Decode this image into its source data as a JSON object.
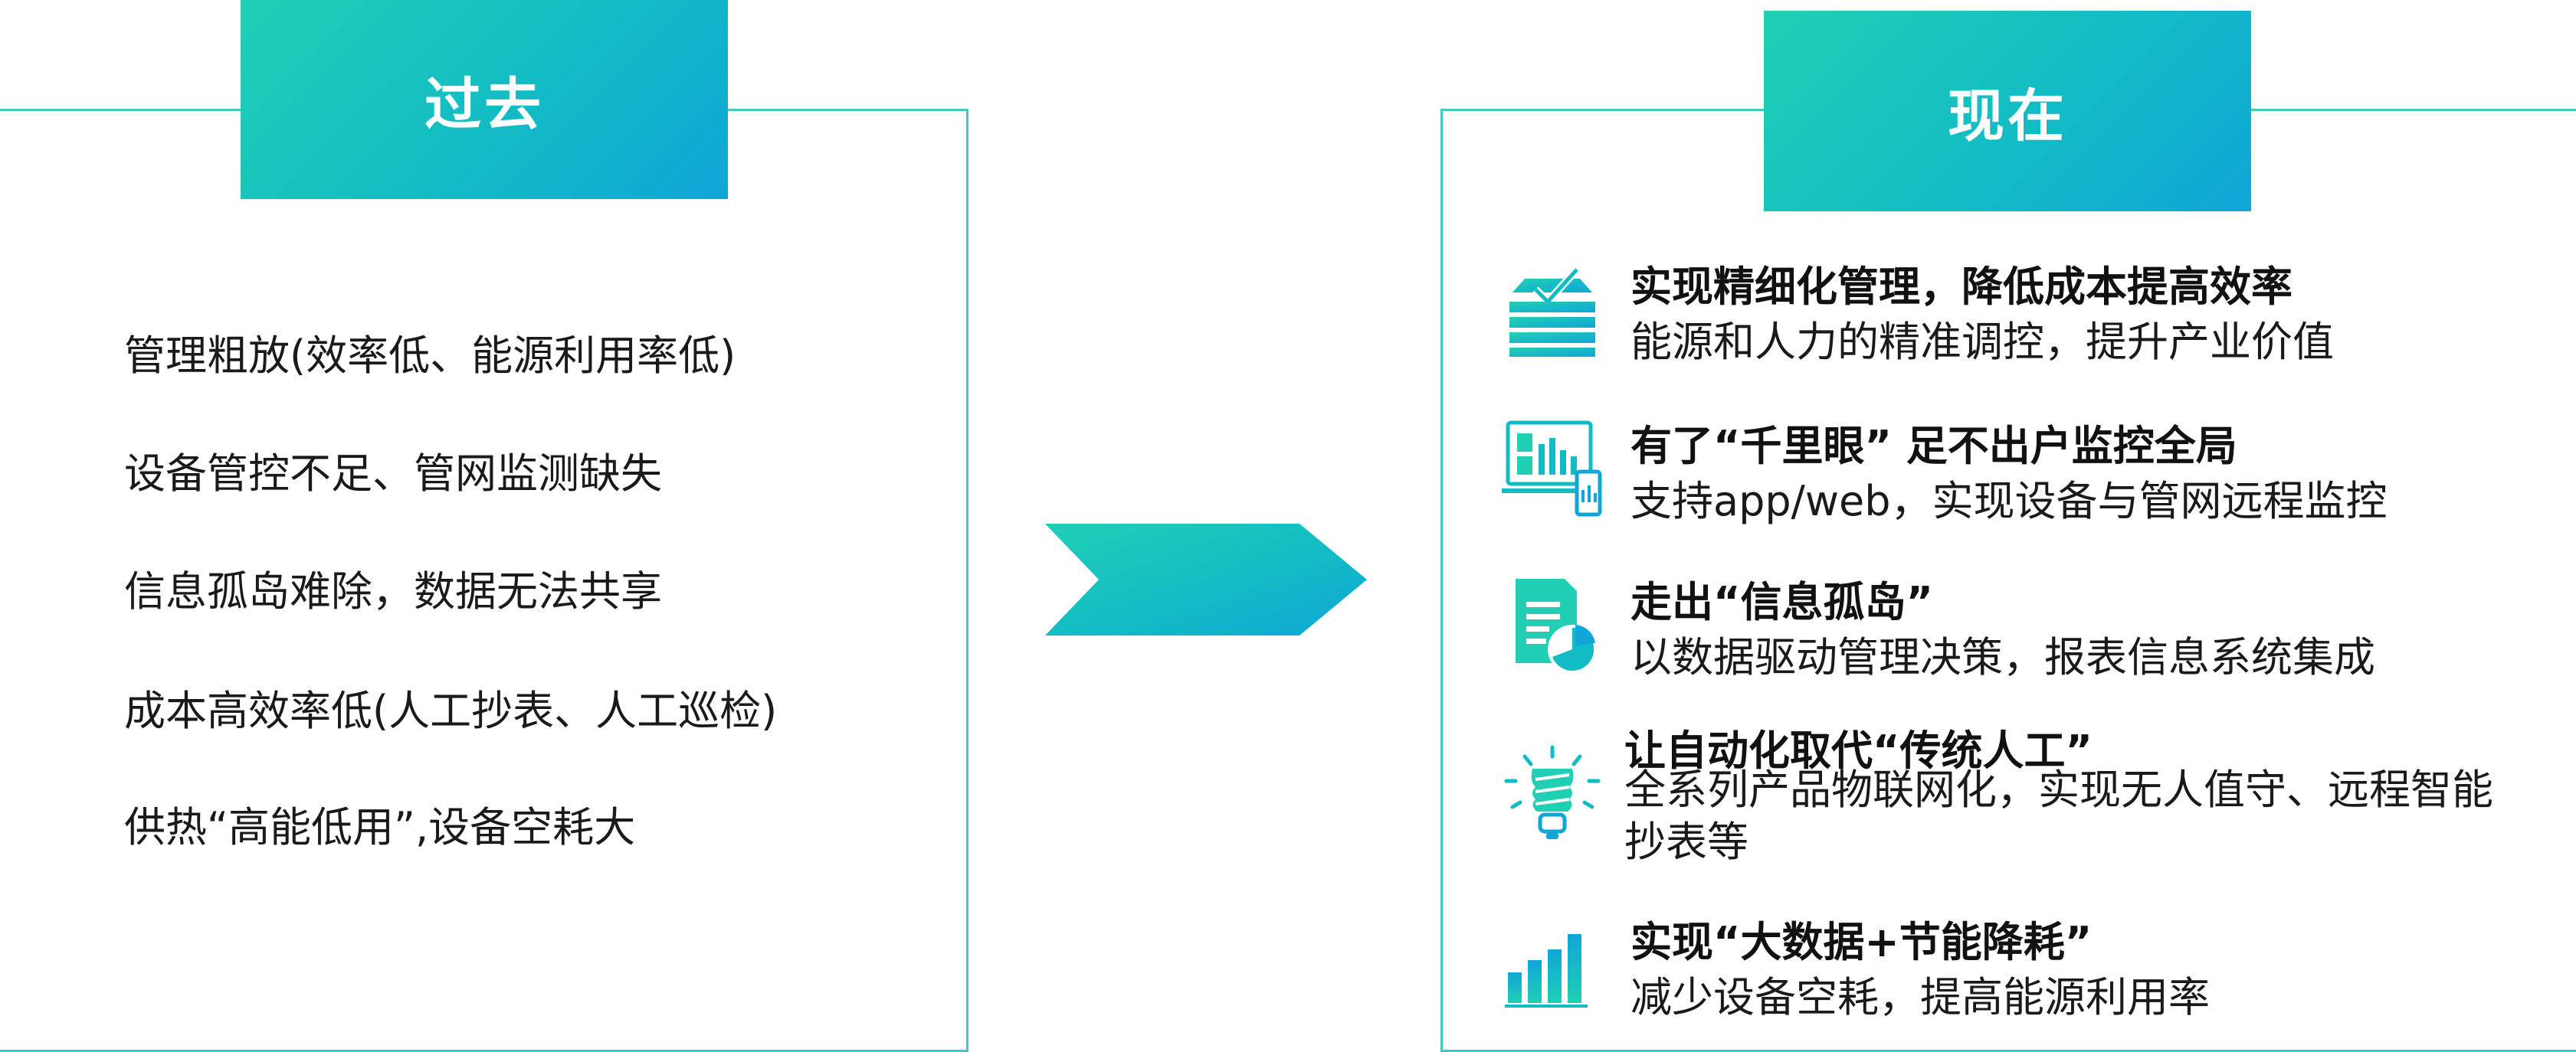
{
  "past": {
    "title": "过去",
    "items": [
      "管理粗放(效率低、能源利用率低)",
      "设备管控不足、管网监测缺失",
      "信息孤岛难除，数据无法共享",
      "成本高效率低(人工抄表、人工巡检)",
      "供热“高能低用”,设备空耗大"
    ]
  },
  "now": {
    "title": "现在",
    "items": [
      {
        "icon": "stacked-layers-check-icon",
        "title": "实现精细化管理，降低成本提高效率",
        "desc": "能源和人力的精准调控，提升产业价值"
      },
      {
        "icon": "monitor-phone-dashboard-icon",
        "title": "有了“千里眼” 足不出户监控全局",
        "desc": "支持app/web，实现设备与管网远程监控"
      },
      {
        "icon": "document-pie-chart-icon",
        "title": "走出“信息孤岛”",
        "desc": "以数据驱动管理决策，报表信息系统集成"
      },
      {
        "icon": "lightbulb-icon",
        "title": "让自动化取代“传统人工”",
        "desc": "全系列产品物联网化，实现无人值守、远程智能抄表等"
      },
      {
        "icon": "bar-chart-icon",
        "title": "实现“大数据+节能降耗”",
        "desc": "减少设备空耗，提高能源利用率"
      }
    ]
  },
  "colors": {
    "accent": "#3fcbc1",
    "gradient_start": "#21cfb5",
    "gradient_end": "#10a6d8"
  }
}
